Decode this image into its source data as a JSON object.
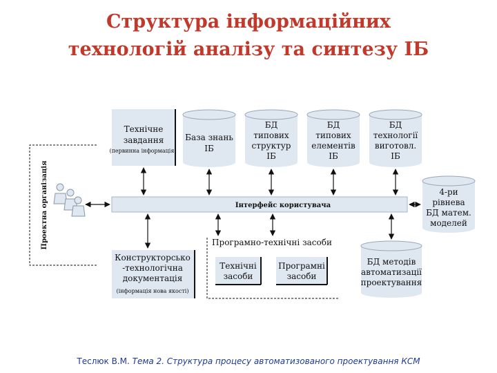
{
  "title": {
    "line1": "Структура інформаційних",
    "line2": "технологій аналізу та синтезу ІБ"
  },
  "diagram": {
    "side_label": "Проектна організація",
    "tech_task": {
      "line1": "Технічне",
      "line2": "завдання",
      "note": "(первинна інформація)"
    },
    "knowledge_base": {
      "line1": "База знань",
      "line2": "ІБ"
    },
    "db_structures": {
      "line1": "БД",
      "line2": "типових",
      "line3": "структур",
      "line4": "ІБ"
    },
    "db_elements": {
      "line1": "БД",
      "line2": "типових",
      "line3": "елементів",
      "line4": "ІБ"
    },
    "db_technology": {
      "line1": "БД",
      "line2": "технології",
      "line3": "виготовл.",
      "line4": "ІБ"
    },
    "user_interface": "Інтерфейс користувача",
    "db_math": {
      "line1": "4-ри",
      "line2": "рівнева",
      "line3": "БД матем.",
      "line4": "моделей"
    },
    "design_docs": {
      "line1": "Конструкторсько",
      "line2": "-технологічна",
      "line3": "документація",
      "note": "(інформація нова якості)"
    },
    "software_hardware": "Програмно-технічні засоби",
    "hardware": {
      "line1": "Технічні",
      "line2": "засоби"
    },
    "software": {
      "line1": "Програмні",
      "line2": "засоби"
    },
    "db_methods": {
      "line1": "БД методів",
      "line2": "автоматизації",
      "line3": "проектування"
    }
  },
  "footer": {
    "author": "Теслюк В.М.",
    "topic": "Тема 2. Структура процесу автоматизованого проектування КСМ"
  },
  "colors": {
    "title": "#c0392b",
    "box_fill": "#dfe7f1",
    "footer": "#1f3a93"
  }
}
